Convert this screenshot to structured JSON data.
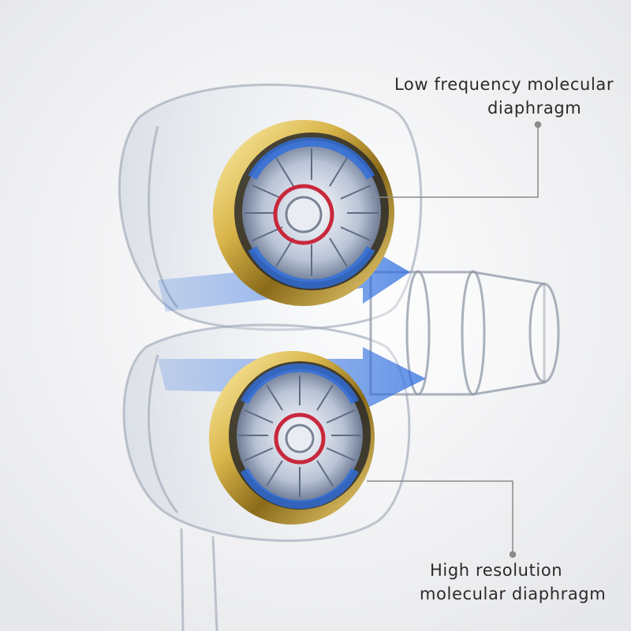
{
  "callouts": {
    "low_frequency": {
      "line1": "Low frequency molecular",
      "line2": "diaphragm"
    },
    "high_resolution": {
      "line1": "High resolution",
      "line2": "molecular diaphragm"
    }
  },
  "colors": {
    "background": "#f4f4f6",
    "gold_ring": "#d9b54a",
    "blue_arrow": "#2f6fe0",
    "red_coil": "#c8283c",
    "leader_line": "#8a8a8a"
  }
}
